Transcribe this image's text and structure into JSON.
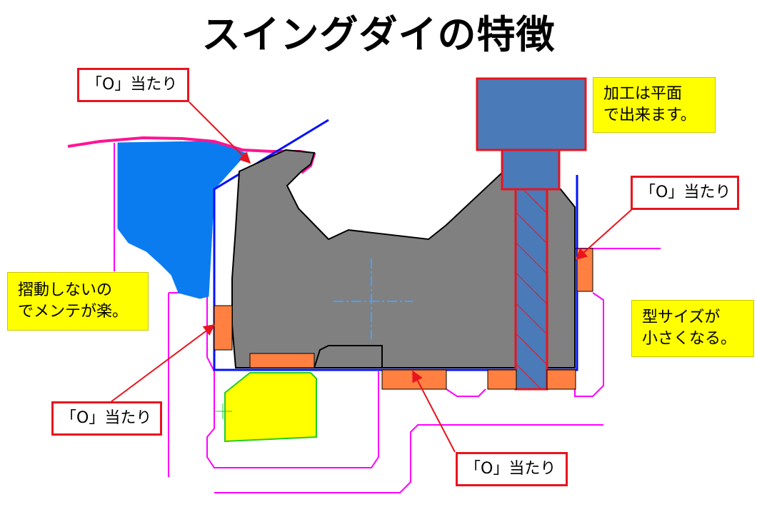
{
  "title": "スイングダイの特徴",
  "labels": {
    "o_contact": "「O」当たり"
  },
  "notes": {
    "machining_line1": "加工は平面",
    "machining_line2": "で出来ます。",
    "no_sliding_line1": "摺動しないの",
    "no_sliding_line2": "でメンテが楽。",
    "die_size_line1": "型サイズが",
    "die_size_line2": "小さくなる。"
  },
  "colors": {
    "callout_border": "#e8141e",
    "note_fill": "#ffff00",
    "die_body": "#808080",
    "clamp_block": "#4a7ab8",
    "workpiece": "#0a7cf0",
    "outline_blue": "#0010ff",
    "pad_orange": "#ff8040",
    "tool_magenta": "#ff00ff",
    "yellow_part": "#ffff00",
    "yellow_part_outline": "#22cc22",
    "center_line": "#4aa0ff"
  },
  "icons": {
    "callout_arrow": "red-arrow-icon",
    "center_mark": "crosshair-icon"
  }
}
